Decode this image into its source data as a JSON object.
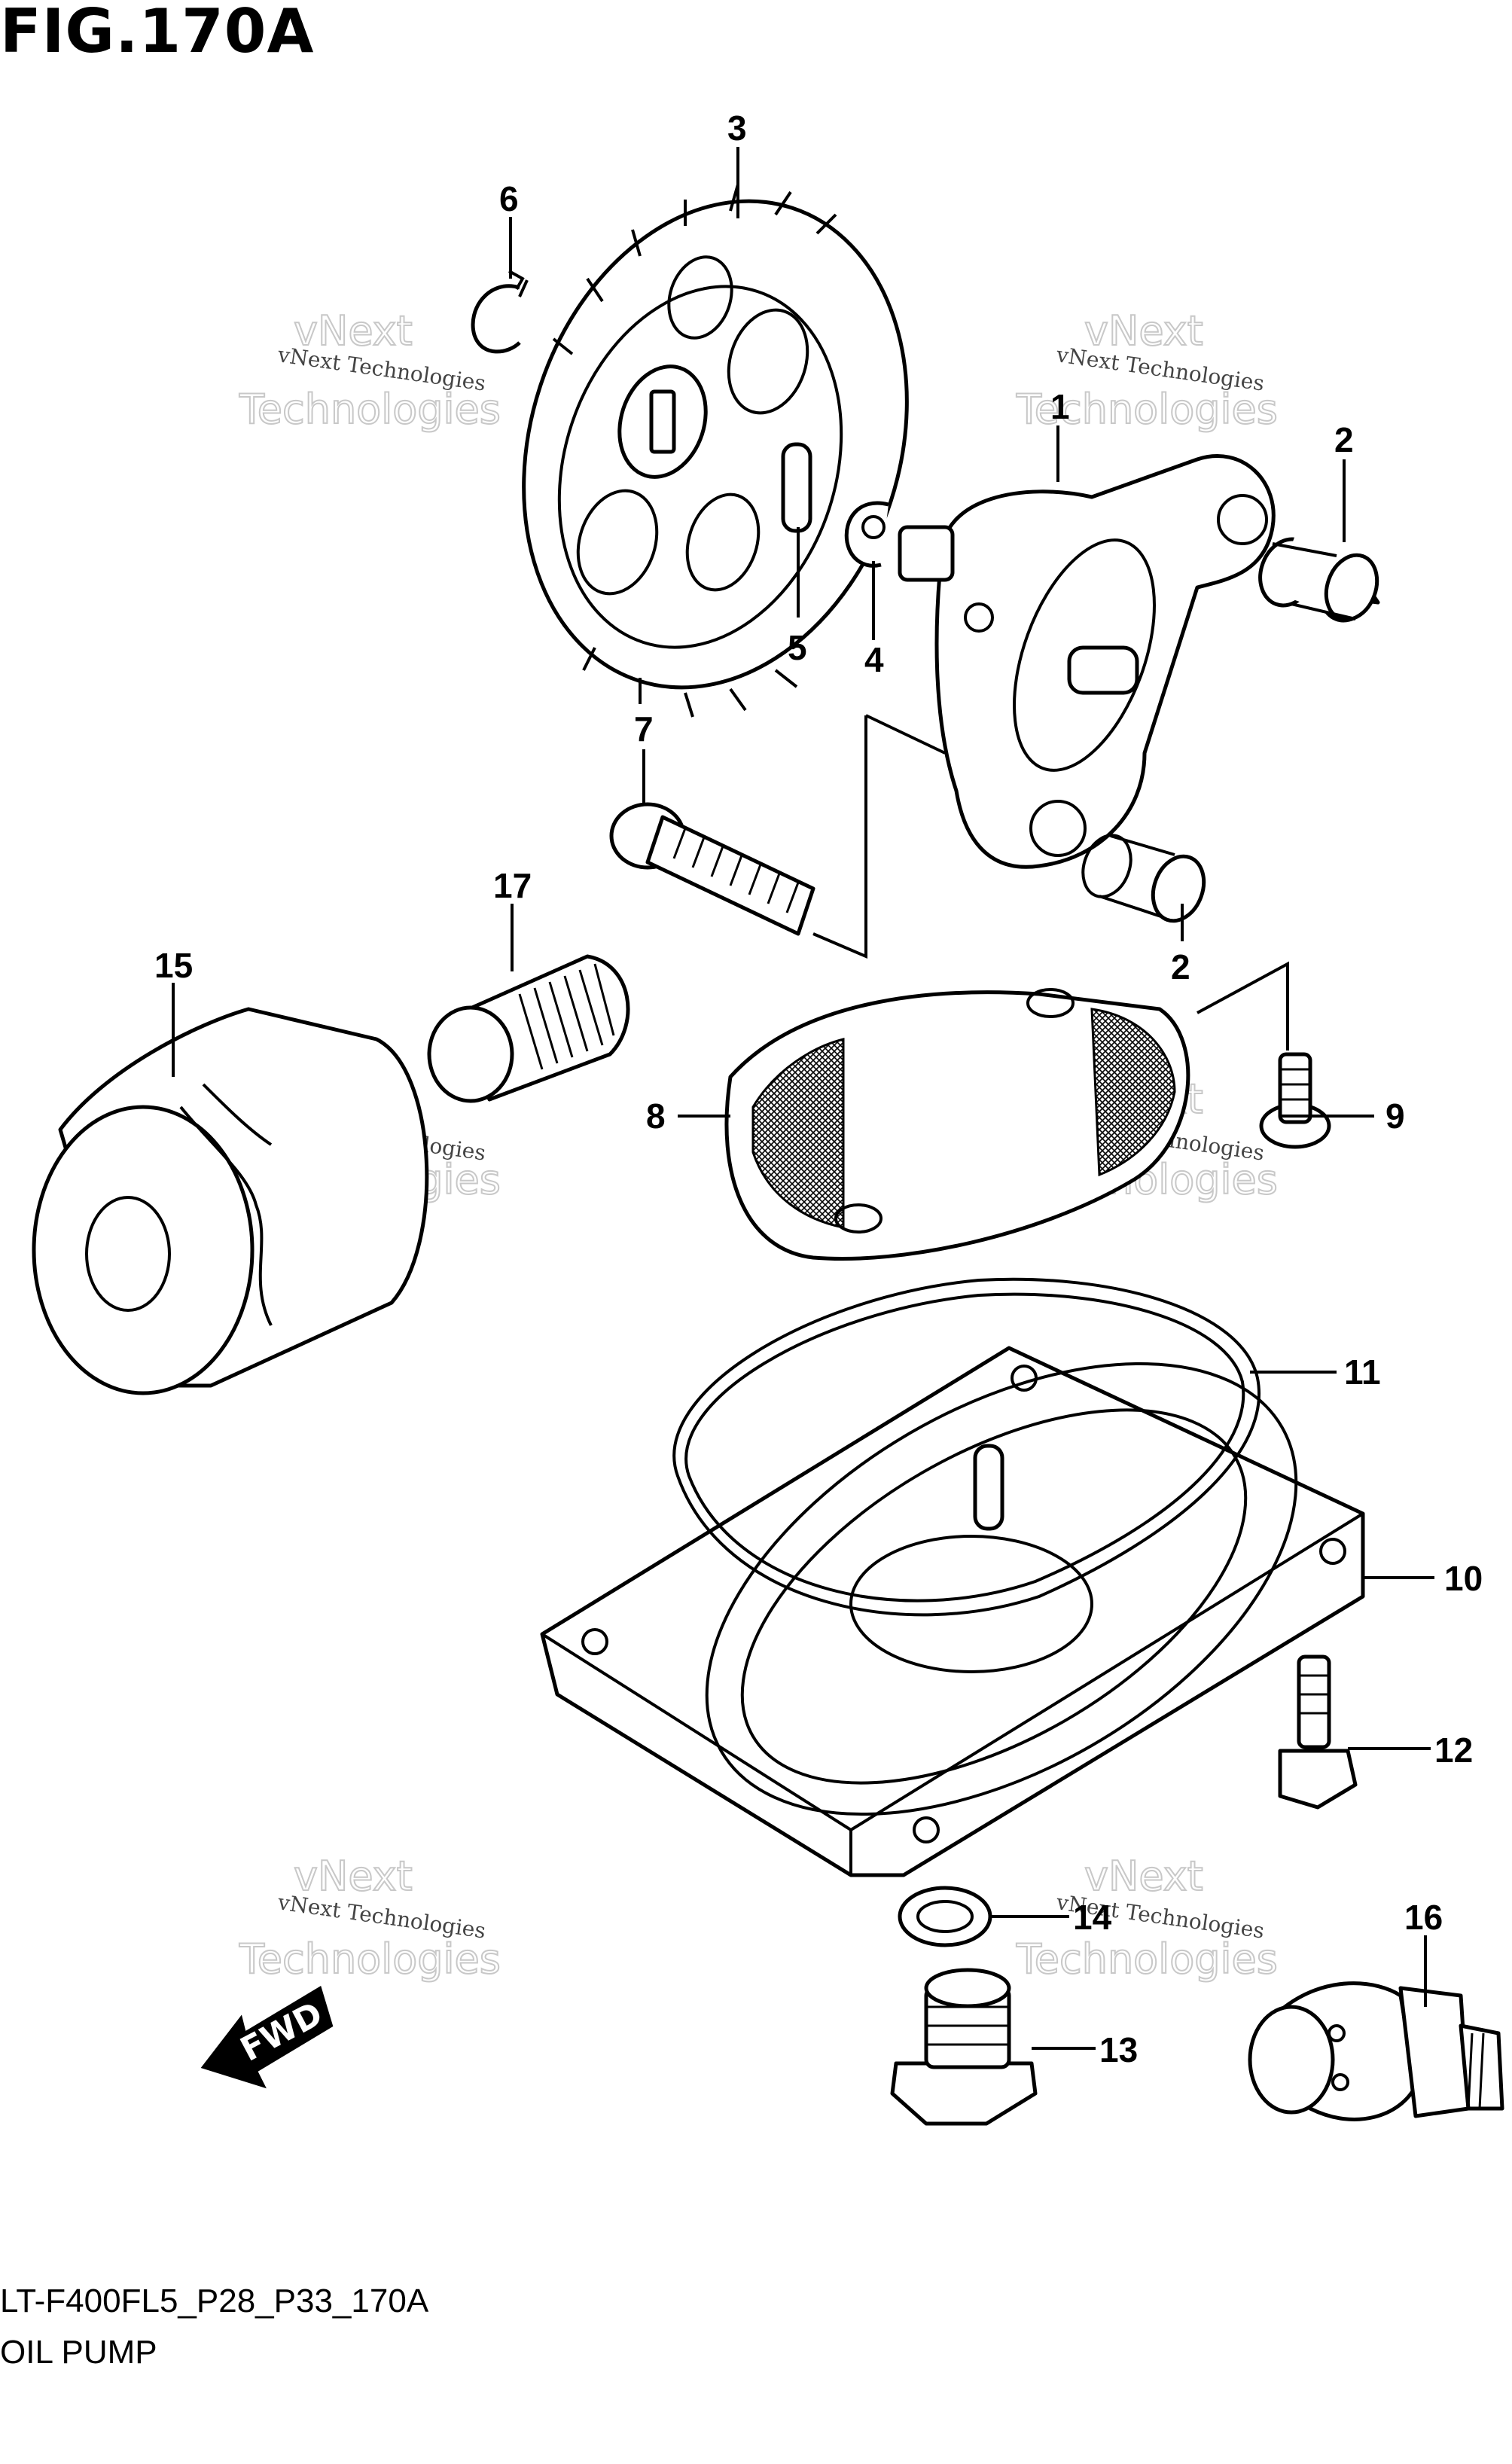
{
  "header": {
    "title": "FIG.170A"
  },
  "footer": {
    "code": "LT-F400FL5_P28_P33_170A",
    "name": "OIL PUMP"
  },
  "watermark": {
    "line1": "vNext Technologies",
    "line2": "vNext",
    "line3": "Technologies"
  },
  "fwd_label": "FWD",
  "callouts": [
    {
      "id": "1",
      "label": "1"
    },
    {
      "id": "2a",
      "label": "2"
    },
    {
      "id": "2b",
      "label": "2"
    },
    {
      "id": "3",
      "label": "3"
    },
    {
      "id": "4",
      "label": "4"
    },
    {
      "id": "5",
      "label": "5"
    },
    {
      "id": "6",
      "label": "6"
    },
    {
      "id": "7",
      "label": "7"
    },
    {
      "id": "8",
      "label": "8"
    },
    {
      "id": "9",
      "label": "9"
    },
    {
      "id": "10",
      "label": "10"
    },
    {
      "id": "11",
      "label": "11"
    },
    {
      "id": "12",
      "label": "12"
    },
    {
      "id": "13",
      "label": "13"
    },
    {
      "id": "14",
      "label": "14"
    },
    {
      "id": "15",
      "label": "15"
    },
    {
      "id": "16",
      "label": "16"
    },
    {
      "id": "17",
      "label": "17"
    }
  ]
}
